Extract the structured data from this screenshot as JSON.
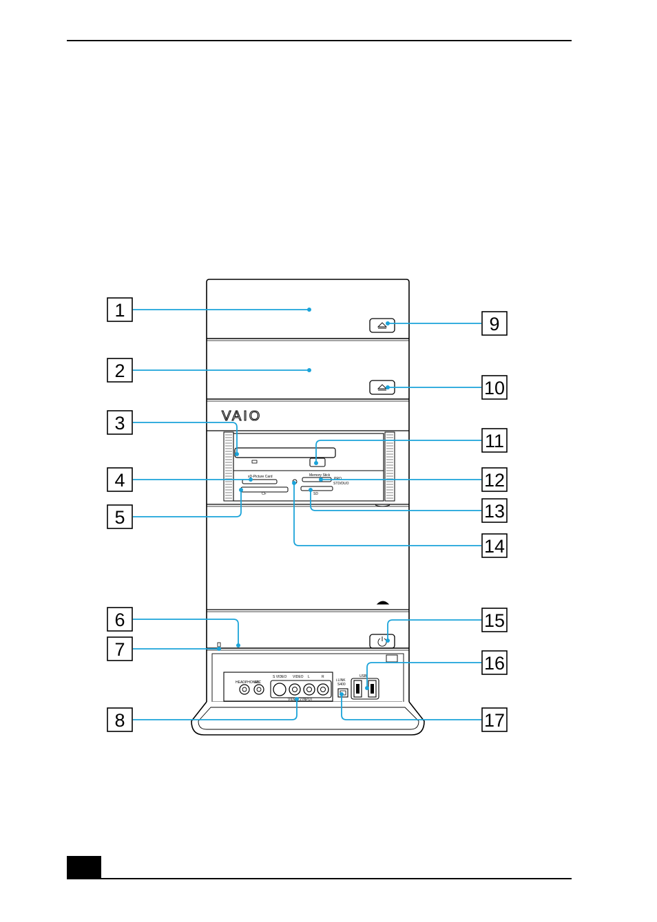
{
  "figure": {
    "logo": "VAIO",
    "port_labels": {
      "xd_picture_card": "xD-Picture Card",
      "cf": "CF",
      "memory_stick": "Memory Stick",
      "pro": "PRO",
      "std_duo": "STD/DUO",
      "sd": "SD",
      "headphones": "HEADPHONES",
      "mic": "MIC",
      "s_video": "S VIDEO",
      "video": "VIDEO",
      "left": "L",
      "right": "R",
      "video_input": "VIDEO 2 INPUT",
      "ilink": "i.LINK",
      "s400": "S400",
      "usb": "USB"
    }
  },
  "callouts": [
    "1",
    "2",
    "3",
    "4",
    "5",
    "6",
    "7",
    "8",
    "9",
    "10",
    "11",
    "12",
    "13",
    "14",
    "15",
    "16",
    "17"
  ],
  "page_number": ""
}
